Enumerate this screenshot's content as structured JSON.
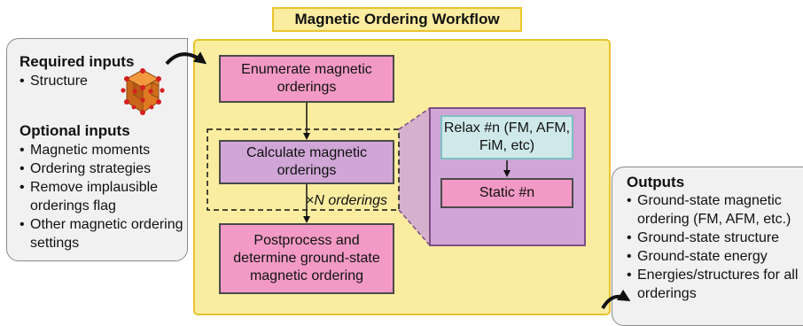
{
  "title": "Magnetic Ordering Workflow",
  "inputs": {
    "required_heading": "Required inputs",
    "required_items": [
      "Structure"
    ],
    "optional_heading": "Optional inputs",
    "optional_items": [
      "Magnetic moments",
      "Ordering strategies",
      "Remove implausible orderings flag",
      "Other magnetic ordering settings"
    ]
  },
  "workflow": {
    "enumerate": "Enumerate magnetic orderings",
    "calculate": "Calculate magnetic orderings",
    "repeat_label": "×N orderings",
    "postprocess": "Postprocess and determine ground-state magnetic ordering",
    "relax": "Relax #n (FM, AFM, FiM, etc)",
    "static": "Static #n"
  },
  "outputs": {
    "heading": "Outputs",
    "items": [
      "Ground-state magnetic ordering (FM, AFM, etc.)",
      "Ground-state structure",
      "Ground-state energy",
      "Energies/structures for all orderings"
    ]
  },
  "colors": {
    "panel_fill": "#fbeda0",
    "panel_border": "#e9c42c",
    "pink": "#f29ac5",
    "purple": "#cfa6d6",
    "teal": "#cfe9ea",
    "detail_border": "#7d4e86"
  },
  "icons": [
    "crystal-structure-icon",
    "curved-arrow-icon"
  ]
}
